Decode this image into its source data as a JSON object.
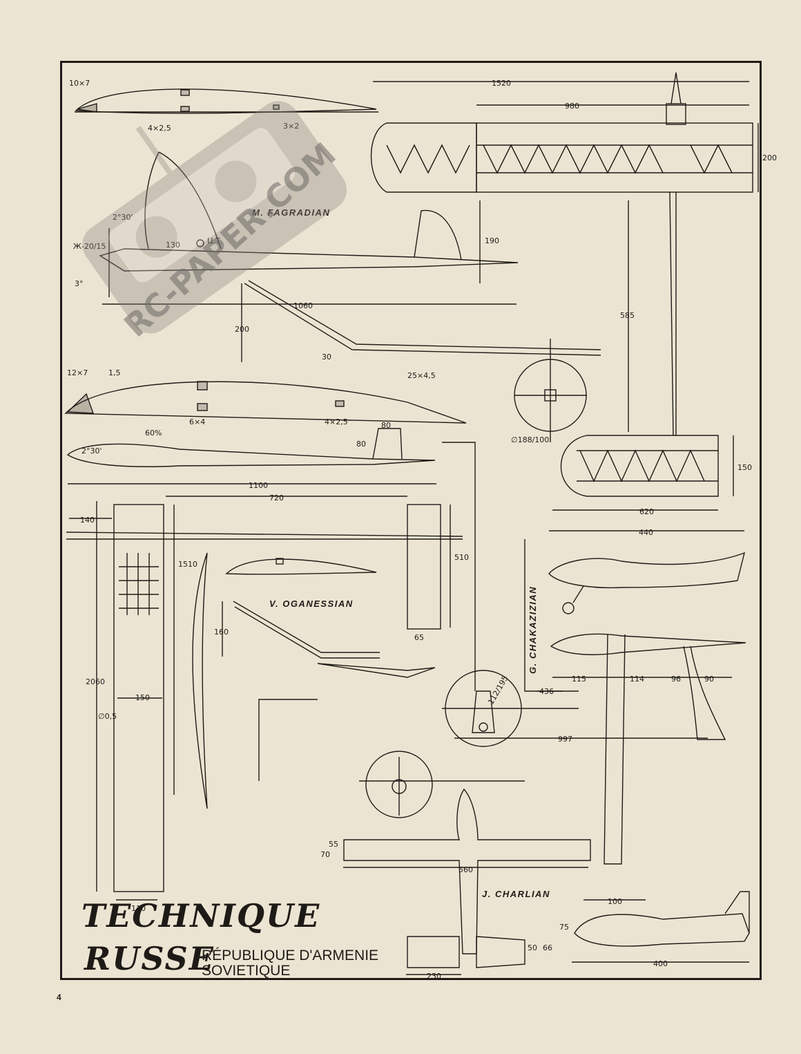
{
  "title": {
    "line1": "TECHNIQUE",
    "line2": "RUSSE"
  },
  "subtitle": {
    "line1": "RÉPUBLIQUE D'ARMENIE",
    "line2": "SOVIETIQUE"
  },
  "page_number": "4",
  "watermark": {
    "text": "RC-PAPER.COM",
    "icon": "radio-transmitter-icon"
  },
  "designers": {
    "fagradian": "M. FAGRADIAN",
    "oganessian": "V. OGANESSIAN",
    "chakazizian": "G. CHAKAZIZIAN",
    "charlian": "J. CHARLIAN"
  },
  "dimensions": {
    "d1520": "1520",
    "d980": "980",
    "d200a": "200",
    "d190": "190",
    "d130": "130",
    "cg": "Ц.Т.",
    "engine": "Ж-20/15",
    "a3": "3°",
    "a230a": "2°30'",
    "s10x7": "10×7",
    "s4x25a": "4×2,5",
    "s3x2": "3×2",
    "d1060": "1060",
    "d200b": "200",
    "d30": "30",
    "d585": "585",
    "prop": "∅188/100",
    "s12x7": "12×7",
    "s15": "1,5",
    "s25x45": "25×4,5",
    "s6x4": "6×4",
    "s4x25b": "4×2,5",
    "d60": "60%",
    "a230b": "2°30'",
    "d80a": "80",
    "d80b": "80",
    "d1100": "1100",
    "d150a": "150",
    "d620": "620",
    "d140": "140",
    "d720": "720",
    "d1510": "1510",
    "d510": "510",
    "d65": "65",
    "d160": "160",
    "d2060": "2060",
    "d150b": "150",
    "dia05": "∅0,5",
    "d110": "110",
    "d440": "440",
    "d115": "115",
    "d114": "114",
    "d96": "96",
    "d90": "90",
    "d436": "436",
    "prop2": "112/195",
    "d997": "997",
    "d55": "55",
    "d70": "70",
    "d560": "560",
    "d50": "50",
    "d66": "66",
    "d230": "230",
    "d100": "100",
    "d75": "75",
    "d400": "400"
  }
}
